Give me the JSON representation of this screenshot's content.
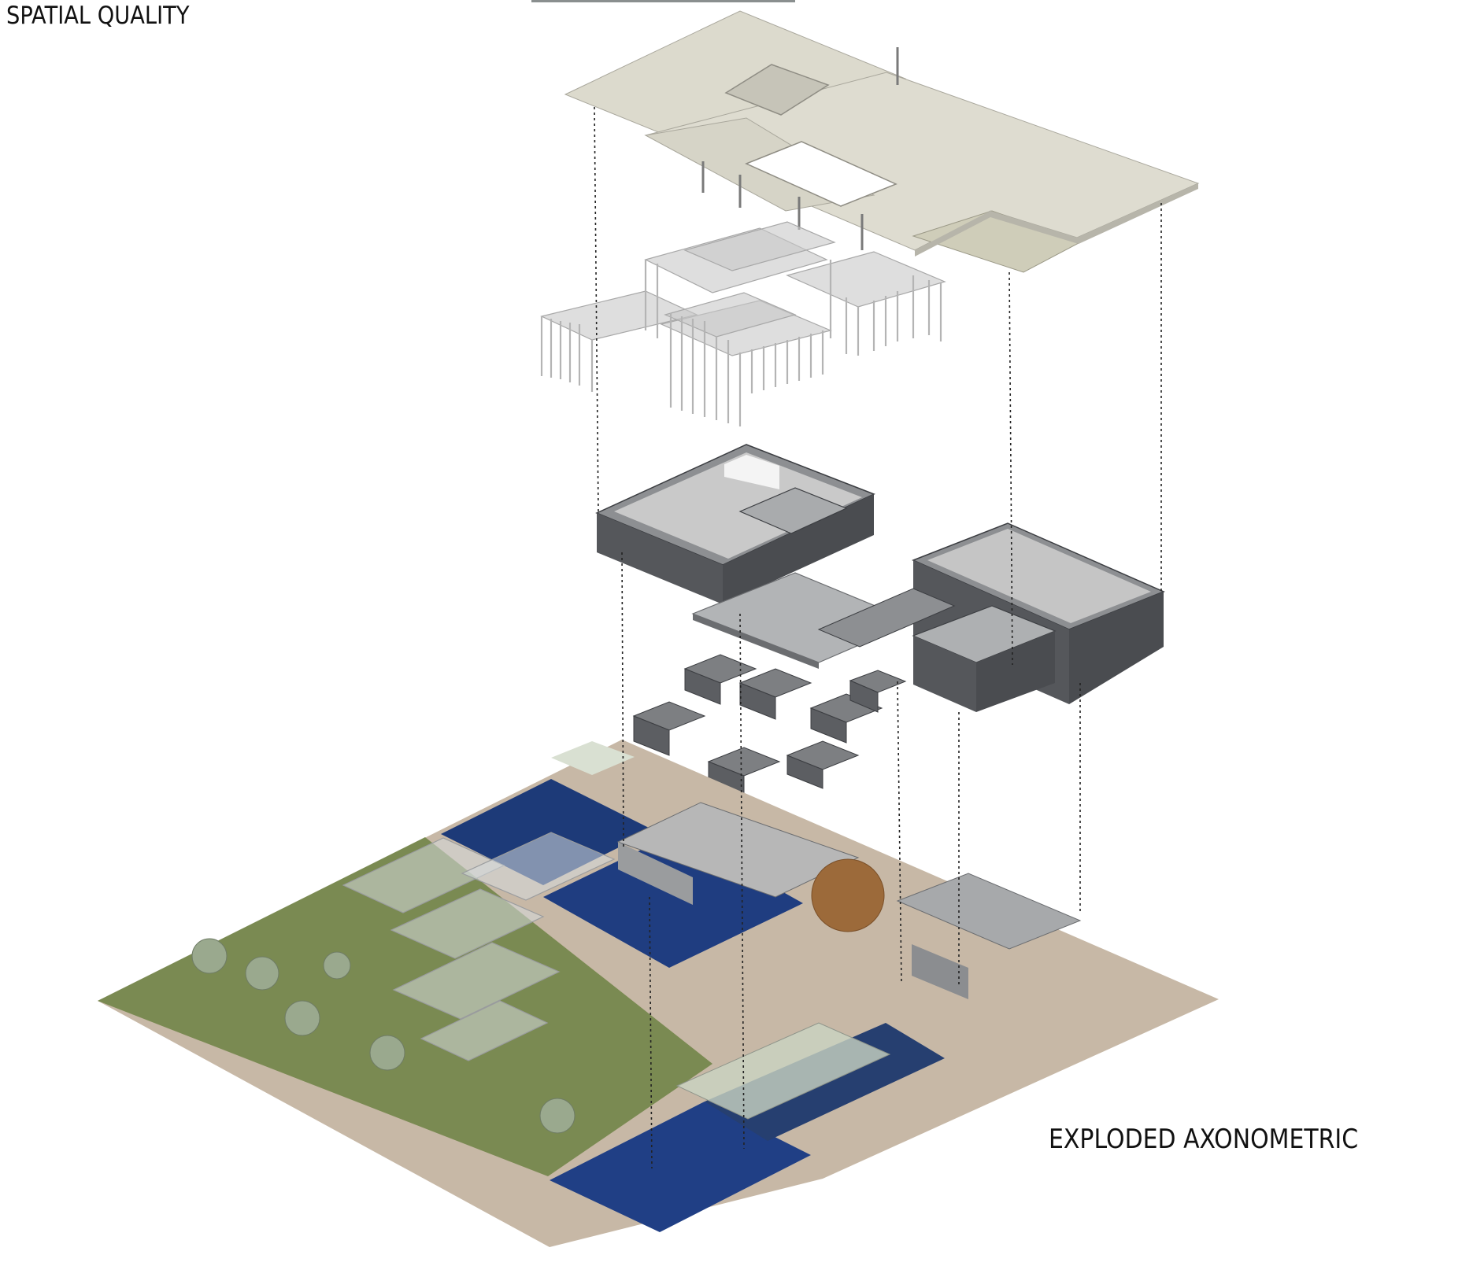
{
  "labels": {
    "top_left_title": "SPATIAL QUALITY",
    "bottom_right_title": "EXPLODED AXONOMETRIC"
  },
  "layers": [
    {
      "name": "roof-slab"
    },
    {
      "name": "pergola-structure"
    },
    {
      "name": "upper-building-level"
    },
    {
      "name": "enclosure-modules"
    },
    {
      "name": "ground-site-plan"
    }
  ],
  "colors": {
    "roof": "#dedcd0",
    "roof_shadow": "#b7b5aa",
    "frame": "#b8b8b8",
    "building_dark": "#55575b",
    "building_mid": "#8d8f92",
    "building_light": "#c9c9c9",
    "grass": "#7a8a52",
    "water": "#1d3a78",
    "paving": "#c7b8a6",
    "tree_foliage": "#9aa98e",
    "tree_autumn": "#9c6a3a",
    "leader_line": "#222222"
  }
}
